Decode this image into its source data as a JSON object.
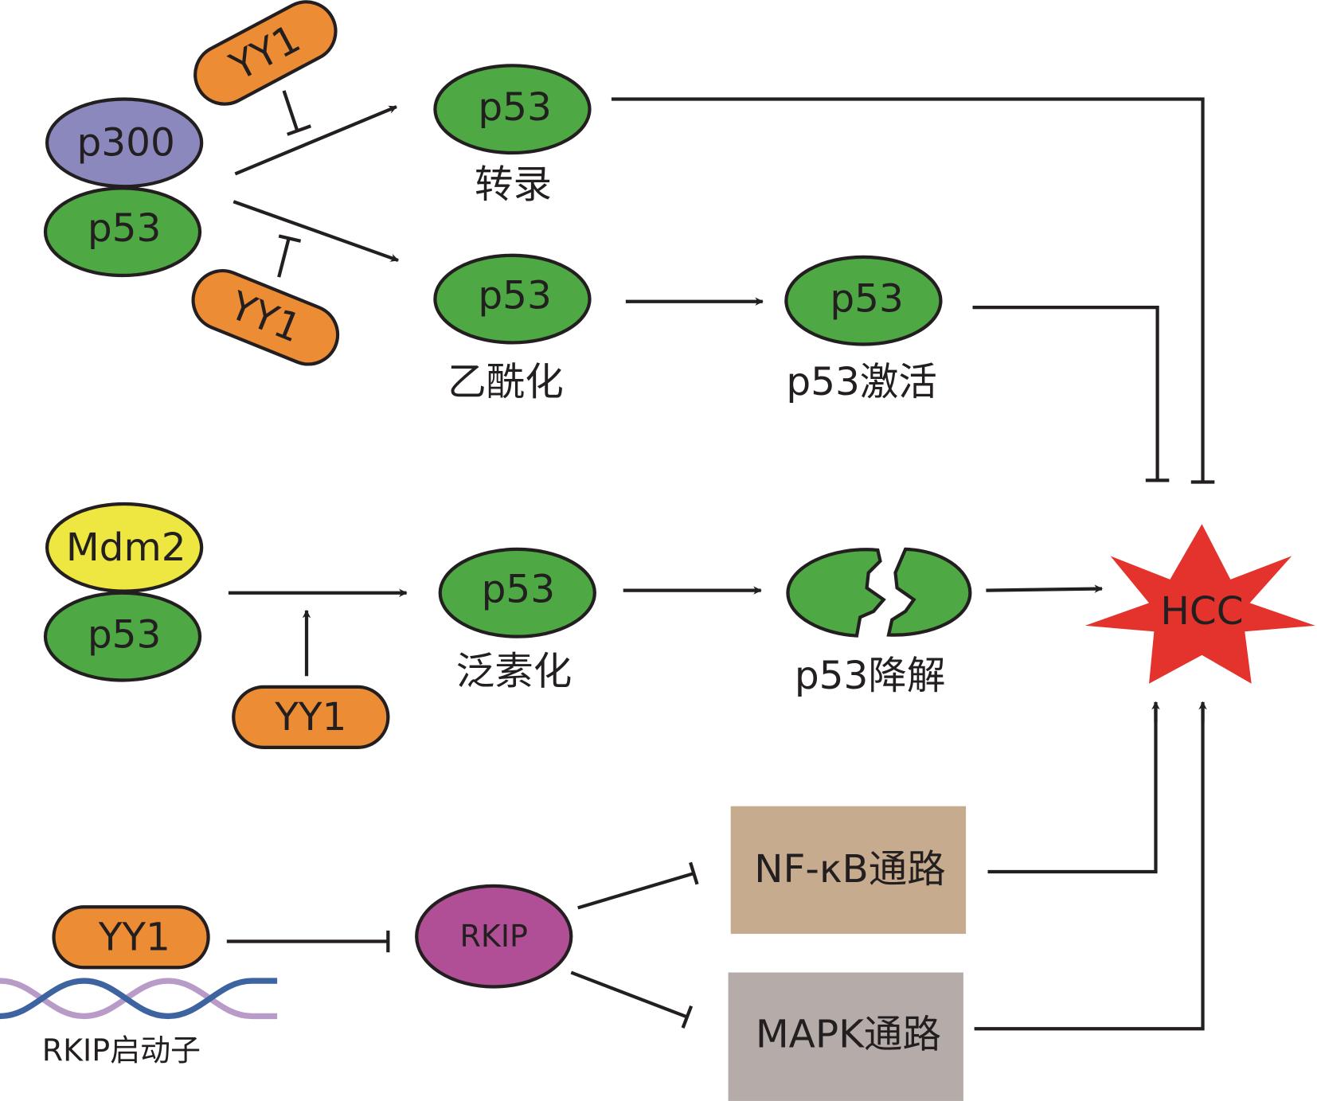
{
  "colors": {
    "p53": "#4ea843",
    "p300": "#8b88bd",
    "yy1": "#ec8c35",
    "mdm2": "#eee741",
    "rkip": "#b04f96",
    "hcc": "#e4332d",
    "nfkb": "#c7ab8f",
    "mapk": "#b5aca9",
    "dna_blue": "#3d64a0",
    "dna_purple": "#b99bc8",
    "line": "#231f20"
  },
  "nodes": {
    "p300": "p300",
    "p53": "p53",
    "yy1": "YY1",
    "mdm2": "Mdm2",
    "rkip": "RKIP",
    "hcc": "HCC",
    "nfkb": "NF-κB通路",
    "mapk": "MAPK通路"
  },
  "labels": {
    "transcription": "转录",
    "acetylation": "乙酰化",
    "activation": "p53激活",
    "ubiquitination": "泛素化",
    "degradation": "p53降解",
    "promoter": "RKIP启动子"
  }
}
